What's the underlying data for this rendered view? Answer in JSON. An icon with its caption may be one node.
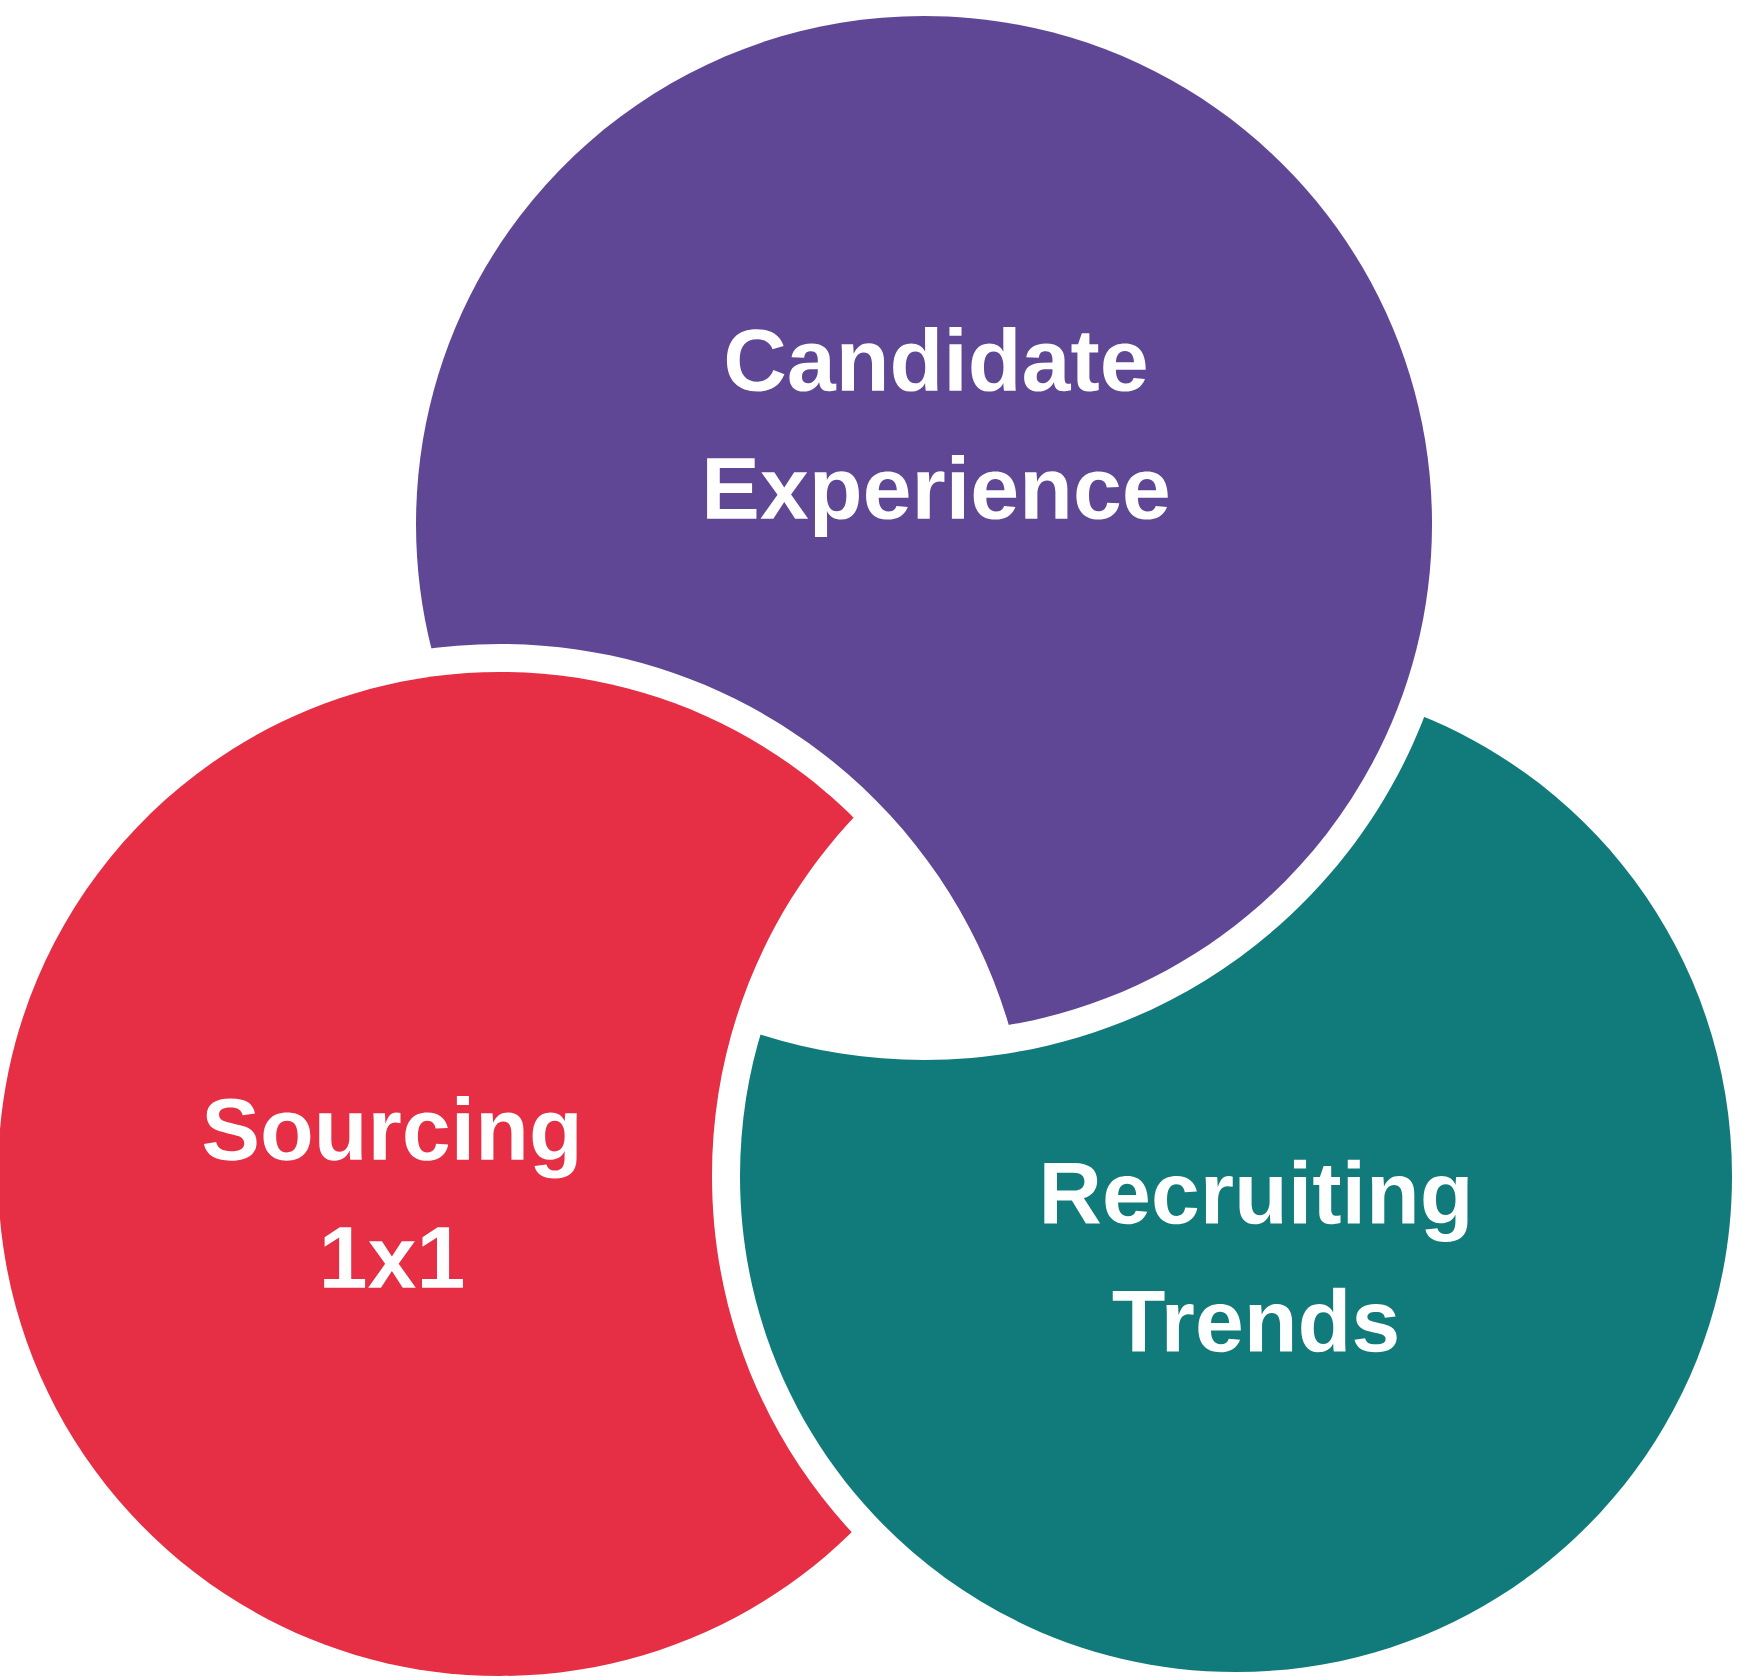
{
  "diagram": {
    "nodes": [
      {
        "text": [
          "Candidate Experience"
        ]
      },
      {
        "text": [
          "Sourcing 1x1"
        ]
      },
      {
        "text": [
          "Recruiting Trends"
        ]
      }
    ]
  }
}
